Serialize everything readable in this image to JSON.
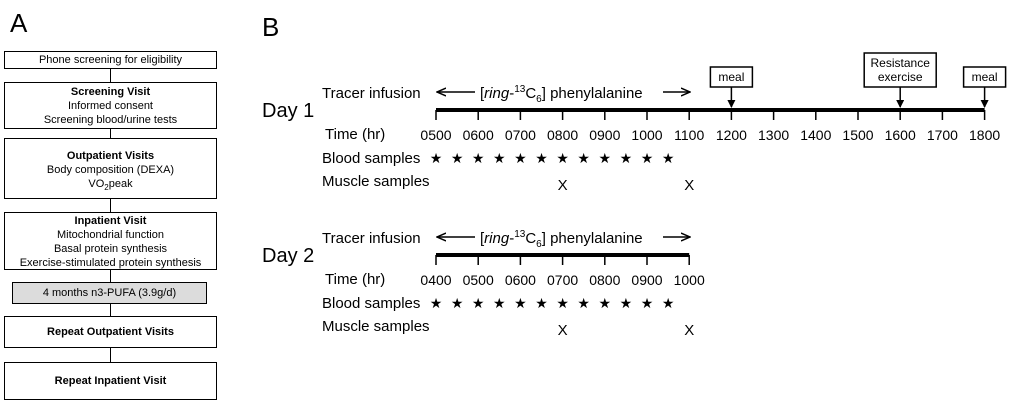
{
  "panel_a": {
    "letter": "A",
    "screening": "Phone screening for eligibility",
    "screening_visit": {
      "title": "Screening Visit",
      "lines": [
        "Informed consent",
        "Screening blood/urine tests"
      ]
    },
    "outpatient": {
      "title": "Outpatient Visits",
      "lines": [
        "Body composition (DEXA)"
      ],
      "vo2_prefix": "VO",
      "vo2_sub": "2",
      "vo2_suffix": "peak"
    },
    "inpatient": {
      "title": "Inpatient Visit",
      "lines": [
        "Mitochondrial function",
        "Basal protein synthesis",
        "Exercise-stimulated protein synthesis"
      ]
    },
    "supplement": "4 months n3-PUFA (3.9g/d)",
    "repeat_outpatient": "Repeat Outpatient Visits",
    "repeat_inpatient": "Repeat Inpatient Visit"
  },
  "panel_b": {
    "letter": "B",
    "tracer_label": "Tracer infusion",
    "tracer_ring": "ring",
    "tracer_iso_mass": "13",
    "tracer_iso_el": "C",
    "tracer_iso_sub": "6",
    "tracer_compound": "phenylalanine",
    "time_label": "Time (hr)",
    "blood_label": "Blood samples",
    "muscle_label": "Muscle samples",
    "star_glyph": "★",
    "x_glyph": "X",
    "day1": {
      "label": "Day 1",
      "times": [
        "0500",
        "0600",
        "0700",
        "0800",
        "0900",
        "1000",
        "1100",
        "1200",
        "1300",
        "1400",
        "1500",
        "1600",
        "1700",
        "1800"
      ],
      "blood_sample_count": 12,
      "muscle_times": [
        "0800",
        "1100"
      ],
      "events": [
        {
          "label_lines": [
            "meal"
          ],
          "time": "1200"
        },
        {
          "label_lines": [
            "Resistance",
            "exercise"
          ],
          "time": "1600"
        },
        {
          "label_lines": [
            "meal"
          ],
          "time": "1800"
        }
      ]
    },
    "day2": {
      "label": "Day 2",
      "times": [
        "0400",
        "0500",
        "0600",
        "0700",
        "0800",
        "0900",
        "1000"
      ],
      "blood_sample_count": 12,
      "muscle_times": [
        "0700",
        "1000"
      ]
    }
  }
}
